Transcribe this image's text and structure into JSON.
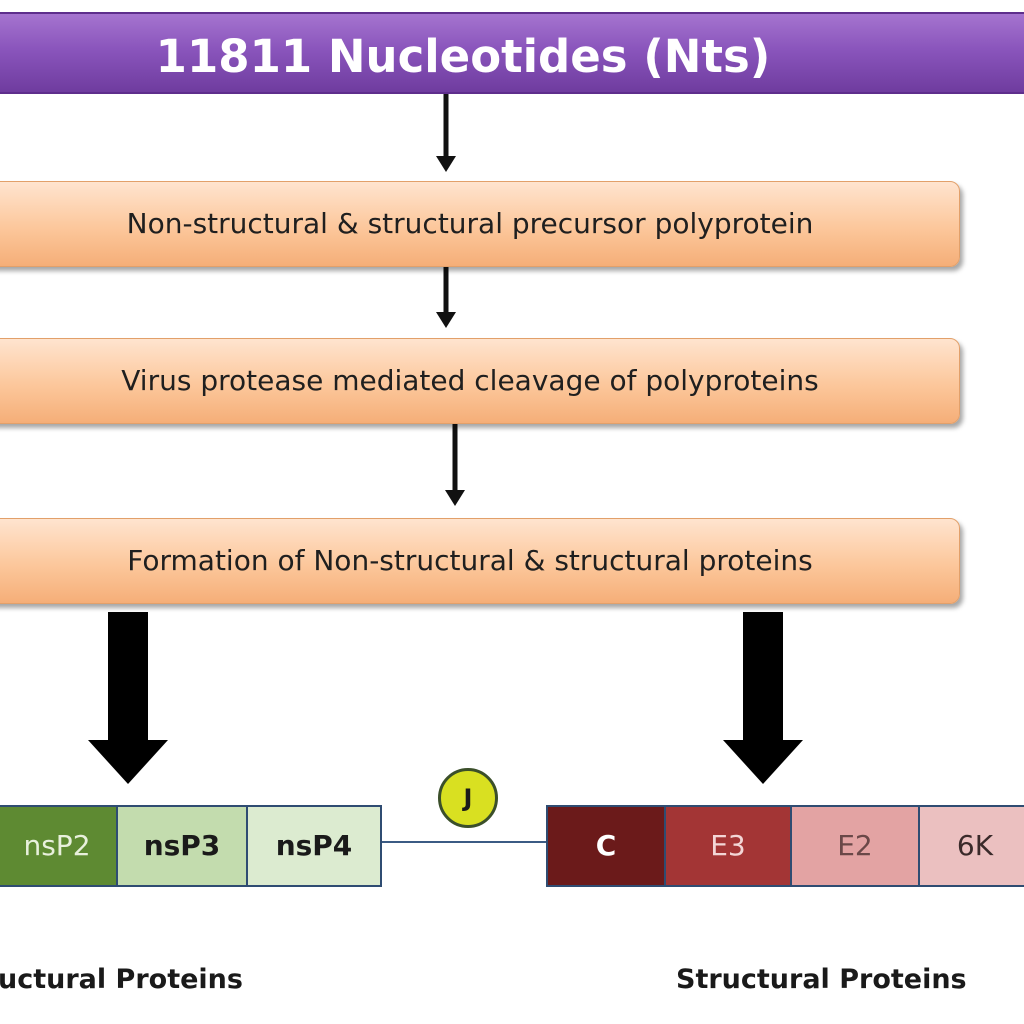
{
  "title": "11811 Nucleotides (Nts)",
  "steps": [
    "Non-structural & structural precursor polyprotein",
    "Virus protease mediated cleavage of polyproteins",
    "Formation of Non-structural & structural proteins"
  ],
  "nonstructural": {
    "segments": [
      "nsP2",
      "nsP3",
      "nsP4"
    ],
    "caption": "uctural Proteins"
  },
  "junction_label": "J",
  "structural": {
    "segments": [
      "C",
      "E3",
      "E2",
      "6K"
    ],
    "caption": "Structural Proteins"
  },
  "colors": {
    "banner": "#8a55bc",
    "step_fill": "#fcc79b",
    "segment_border": "#2f4c72",
    "nsP2": "#5e8a32",
    "nsP3": "#c3dcae",
    "nsP4": "#dcebd0",
    "C": "#6b1a1a",
    "E3": "#a33535",
    "E2": "#e3a3a3",
    "6K": "#ebc0c0",
    "junction": "#d9e021"
  }
}
